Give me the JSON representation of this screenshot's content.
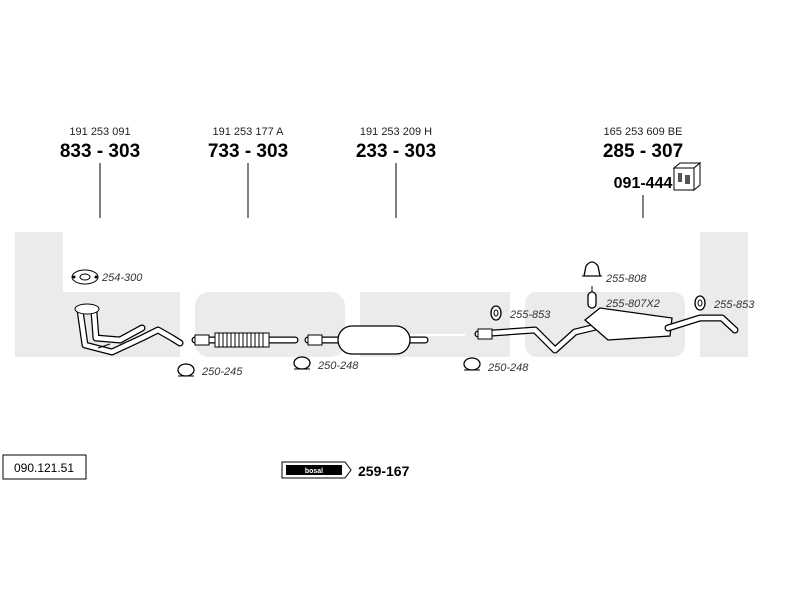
{
  "brand": "bosal",
  "catalog_number": "090.121.51",
  "parts": [
    {
      "oem": "191 253 091",
      "part": "833 - 303"
    },
    {
      "oem": "191 253 177 A",
      "part": "733 - 303"
    },
    {
      "oem": "191 253 209 H",
      "part": "233 - 303"
    },
    {
      "oem": "165 253 609 BE",
      "part": "285 - 307"
    }
  ],
  "mounting_kit": "091-444",
  "accessories": {
    "gasket_front": "254-300",
    "clamp_1": "250-245",
    "clamp_2": "250-248",
    "clamp_3": "250-248",
    "ring_1": "255-853",
    "ring_2": "255-853",
    "rubber_mount": "255-808",
    "hanger": "255-807X2"
  },
  "logo_label": "bosal",
  "assembly_ref": "259-167",
  "colors": {
    "watermark": "#ebebeb",
    "line": "#000000"
  }
}
